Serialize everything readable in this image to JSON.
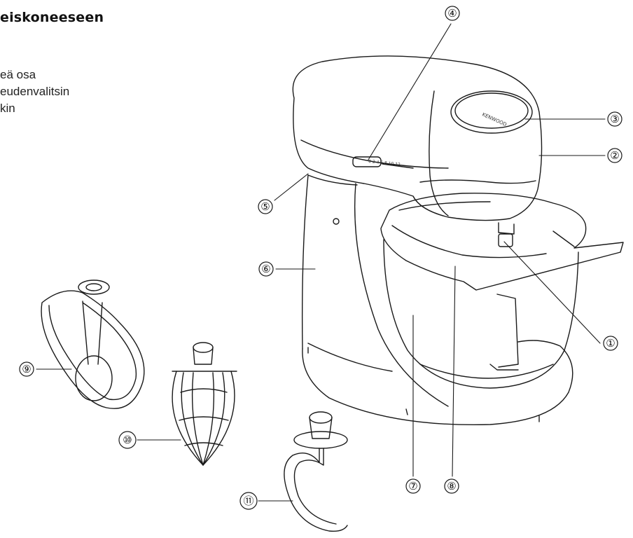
{
  "heading": "eiskoneeseen",
  "legend": {
    "lines": [
      "eä osa",
      "eudenvalitsin",
      "kin"
    ]
  },
  "brand": "KENWOOD",
  "speed_scale": "0 2 4 6 8 10 12",
  "callouts": [
    "①",
    "②",
    "③",
    "④",
    "⑤",
    "⑥",
    "⑦",
    "⑧",
    "⑨",
    "⑩",
    "⑪"
  ]
}
